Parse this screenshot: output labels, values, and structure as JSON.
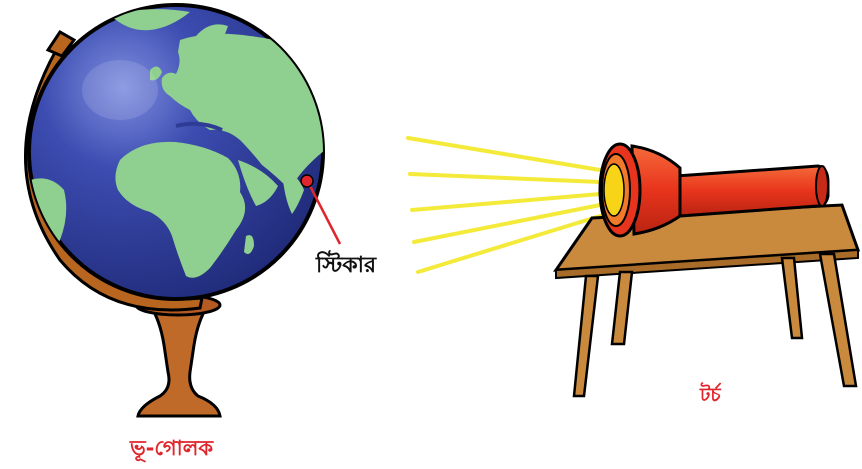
{
  "labels": {
    "sticker": "স্টিকার",
    "globe": "ভূ-গোলক",
    "torch": "টর্চ"
  },
  "colors": {
    "ocean": "#2e3c96",
    "land": "#8fcf8f",
    "meridian": "#b8651f",
    "stand": "#c06a2a",
    "table": "#c98a3e",
    "torch_body": "#e8341c",
    "torch_lens": "#f7d417",
    "light_rays": "#f4ea3a",
    "sticker_dot": "#e0262c",
    "label_red": "#e0262c"
  },
  "icons": [
    "globe-icon",
    "torch-icon",
    "table-icon",
    "sticker-icon"
  ]
}
